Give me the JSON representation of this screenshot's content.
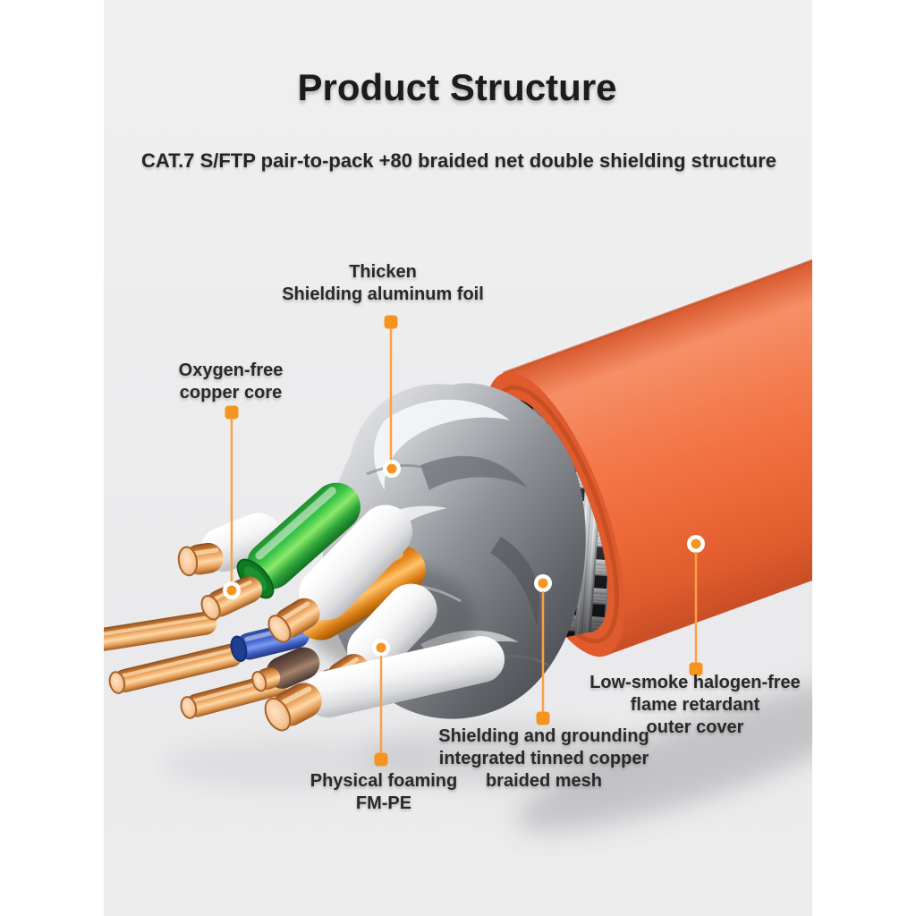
{
  "page": {
    "title": "Product Structure",
    "subtitle": "CAT.7 S/FTP pair-to-pack +80 braided net double shielding structure"
  },
  "labels": {
    "foil": {
      "line1": "Thicken",
      "line2": "Shielding aluminum foil"
    },
    "copper": {
      "line1": "Oxygen-free",
      "line2": "copper core"
    },
    "fmpe": {
      "line1": "Physical foaming",
      "line2": "FM-PE"
    },
    "mesh": {
      "line1": "Shielding and grounding",
      "line2": "integrated tinned copper",
      "line3": "braided mesh"
    },
    "jacket": {
      "line1": "Low-smoke halogen-free",
      "line2": "flame retardant",
      "line3": "outer cover"
    }
  },
  "colors": {
    "accent_dot": "#F5941E",
    "leader_line": "#F9A245",
    "jacket_orange": "#EF6E3F",
    "background_gray": "#ECECED",
    "text": "#292929",
    "wire_green": "#3FC84B",
    "wire_blue": "#4A6FD6",
    "wire_orange": "#EA8C1F",
    "copper": "#F3B06E"
  }
}
